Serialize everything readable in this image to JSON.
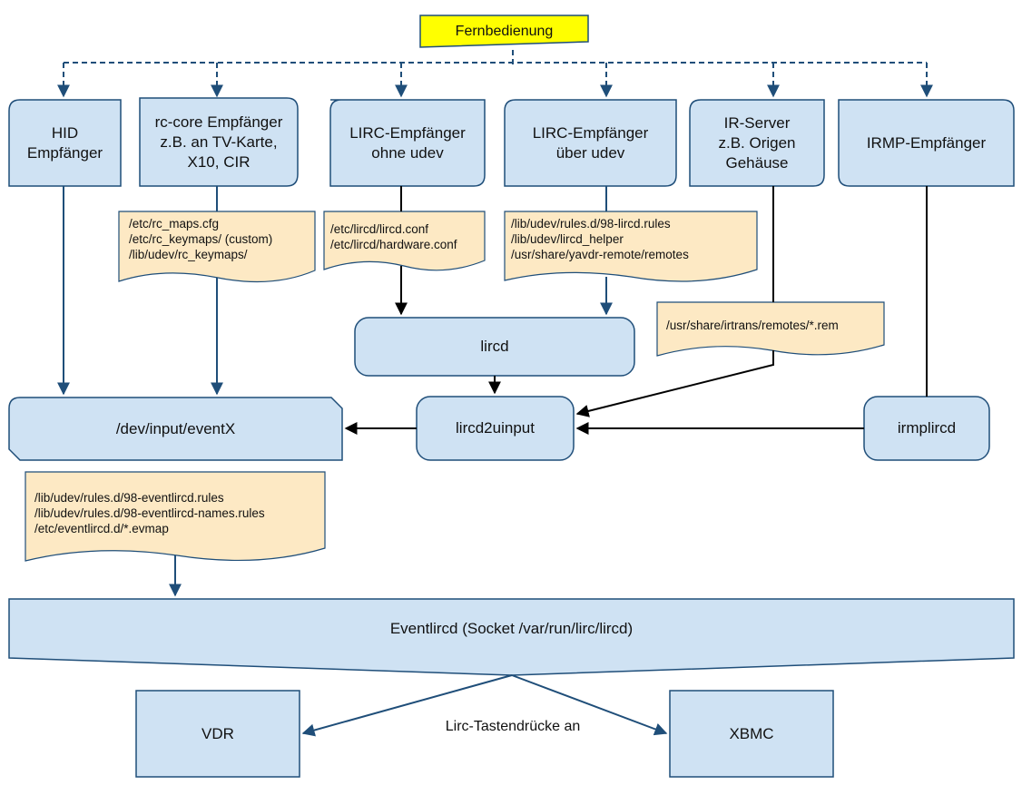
{
  "colors": {
    "box_fill": "#cfe2f3",
    "box_stroke": "#1f4e79",
    "note_fill": "#fde9c4",
    "note_stroke": "#1f4e79",
    "remote_fill": "#ffff00",
    "arrow_blue": "#1f4e79",
    "arrow_black": "#000000"
  },
  "remote": {
    "label": "Fernbedienung"
  },
  "receivers": {
    "hid": "HID\nEmpfänger",
    "rccore": "rc-core Empfänger\nz.B. an TV-Karte,\nX10, CIR",
    "lirc_noudev": "LIRC-Empfänger\nohne udev",
    "lirc_udev": "LIRC-Empfänger\nüber udev",
    "irserver": "IR-Server\nz.B. Origen\nGehäuse",
    "irmp": "IRMP-Empfänger"
  },
  "notes": {
    "rc_maps": "/etc/rc_maps.cfg\n/etc/rc_keymaps/ (custom)\n/lib/udev/rc_keymaps/",
    "lircd_conf": "/etc/lircd/lircd.conf\n/etc/lircd/hardware.conf",
    "udev_rules": "/lib/udev/rules.d/98-lircd.rules\n/lib/udev/lircd_helper\n/usr/share/yavdr-remote/remotes",
    "irtrans": "/usr/share/irtrans/remotes/*.rem",
    "eventlircd_rules": "/lib/udev/rules.d/98-eventlircd.rules\n/lib/udev/rules.d/98-eventlircd-names.rules\n/etc/eventlircd.d/*.evmap"
  },
  "processes": {
    "lircd": "lircd",
    "devinput": "/dev/input/eventX",
    "lircd2uinput": "lircd2uinput",
    "irmplircd": "irmplircd",
    "eventlircd": "Eventlircd (Socket /var/run/lirc/lircd)"
  },
  "outputs": {
    "vdr": "VDR",
    "xbmc": "XBMC",
    "caption": "Lirc-Tastendrücke an"
  }
}
